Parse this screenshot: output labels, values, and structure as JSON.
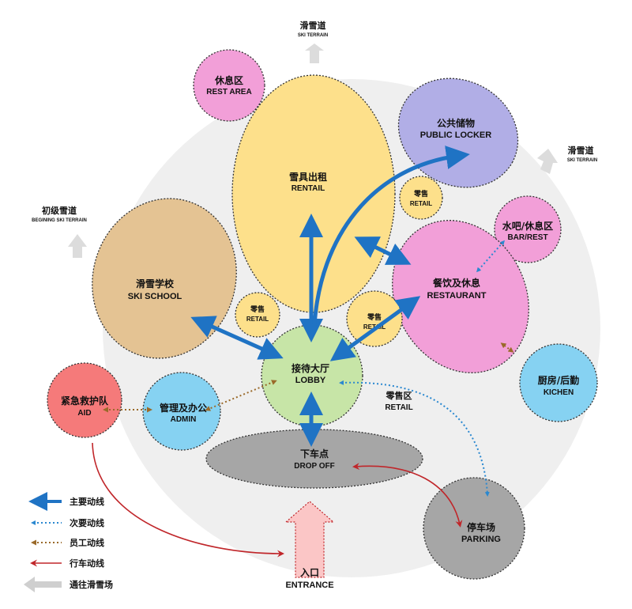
{
  "colors": {
    "main_flow": "#1f73c4",
    "secondary_flow": "#2a88d0",
    "staff_flow": "#9a6a2a",
    "vehicle_flow": "#c0262a",
    "to_ski": "#dcdcdc",
    "site": "#efefef"
  },
  "directions": {
    "top": {
      "cn": "滑雪道",
      "en": "SKI TERRAIN"
    },
    "right": {
      "cn": "滑雪道",
      "en": "SKI TERRAIN"
    },
    "left": {
      "cn": "初级雪道",
      "en": "BEGINING  SKI TERRAIN"
    }
  },
  "zones": {
    "rest_area": {
      "cn": "休息区",
      "en": "REST AREA",
      "color": "#f29fd8"
    },
    "rental": {
      "cn": "雪具出租",
      "en": "RENTAIL",
      "color": "#fde08b"
    },
    "locker": {
      "cn": "公共储物",
      "en": "PUBLIC LOCKER",
      "color": "#b1aee6"
    },
    "retail_top": {
      "cn": "零售",
      "en": "RETAIL",
      "color": "#fde08b"
    },
    "bar": {
      "cn": "水吧/休息区",
      "en": "BAR/REST",
      "color": "#f29fd8"
    },
    "ski_school": {
      "cn": "滑雪学校",
      "en": "SKI SCHOOL",
      "color": "#e4c393"
    },
    "restaurant": {
      "cn": "餐饮及休息",
      "en": "RESTAURANT",
      "color": "#f29fd8"
    },
    "retail_left": {
      "cn": "零售",
      "en": "RETAIL",
      "color": "#fde08b"
    },
    "retail_right": {
      "cn": "零售",
      "en": "RETAIL",
      "color": "#fde08b"
    },
    "lobby": {
      "cn": "接待大厅",
      "en": "LOBBY",
      "color": "#c7e5a7"
    },
    "kitchen": {
      "cn": "厨房/后勤",
      "en": "KICHEN",
      "color": "#86d2f2"
    },
    "aid": {
      "cn": "紧急救护队",
      "en": "AID",
      "color": "#f57a7a"
    },
    "admin": {
      "cn": "管理及办公",
      "en": "ADMIN",
      "color": "#86d2f2"
    },
    "retail_zone": {
      "cn": "零售区",
      "en": "RETAIL"
    },
    "drop_off": {
      "cn": "下车点",
      "en": "DROP OFF",
      "color": "#a6a6a6"
    },
    "parking": {
      "cn": "停车场",
      "en": "PARKING",
      "color": "#a6a6a6"
    },
    "entrance": {
      "cn": "入口",
      "en": "ENTRANCE",
      "color": "#fbc6c6"
    }
  },
  "legend": [
    {
      "key": "main",
      "label": "主要动线"
    },
    {
      "key": "secondary",
      "label": "次要动线"
    },
    {
      "key": "staff",
      "label": "员工动线"
    },
    {
      "key": "vehicle",
      "label": "行车动线"
    },
    {
      "key": "ski",
      "label": "通往滑雪场"
    }
  ]
}
